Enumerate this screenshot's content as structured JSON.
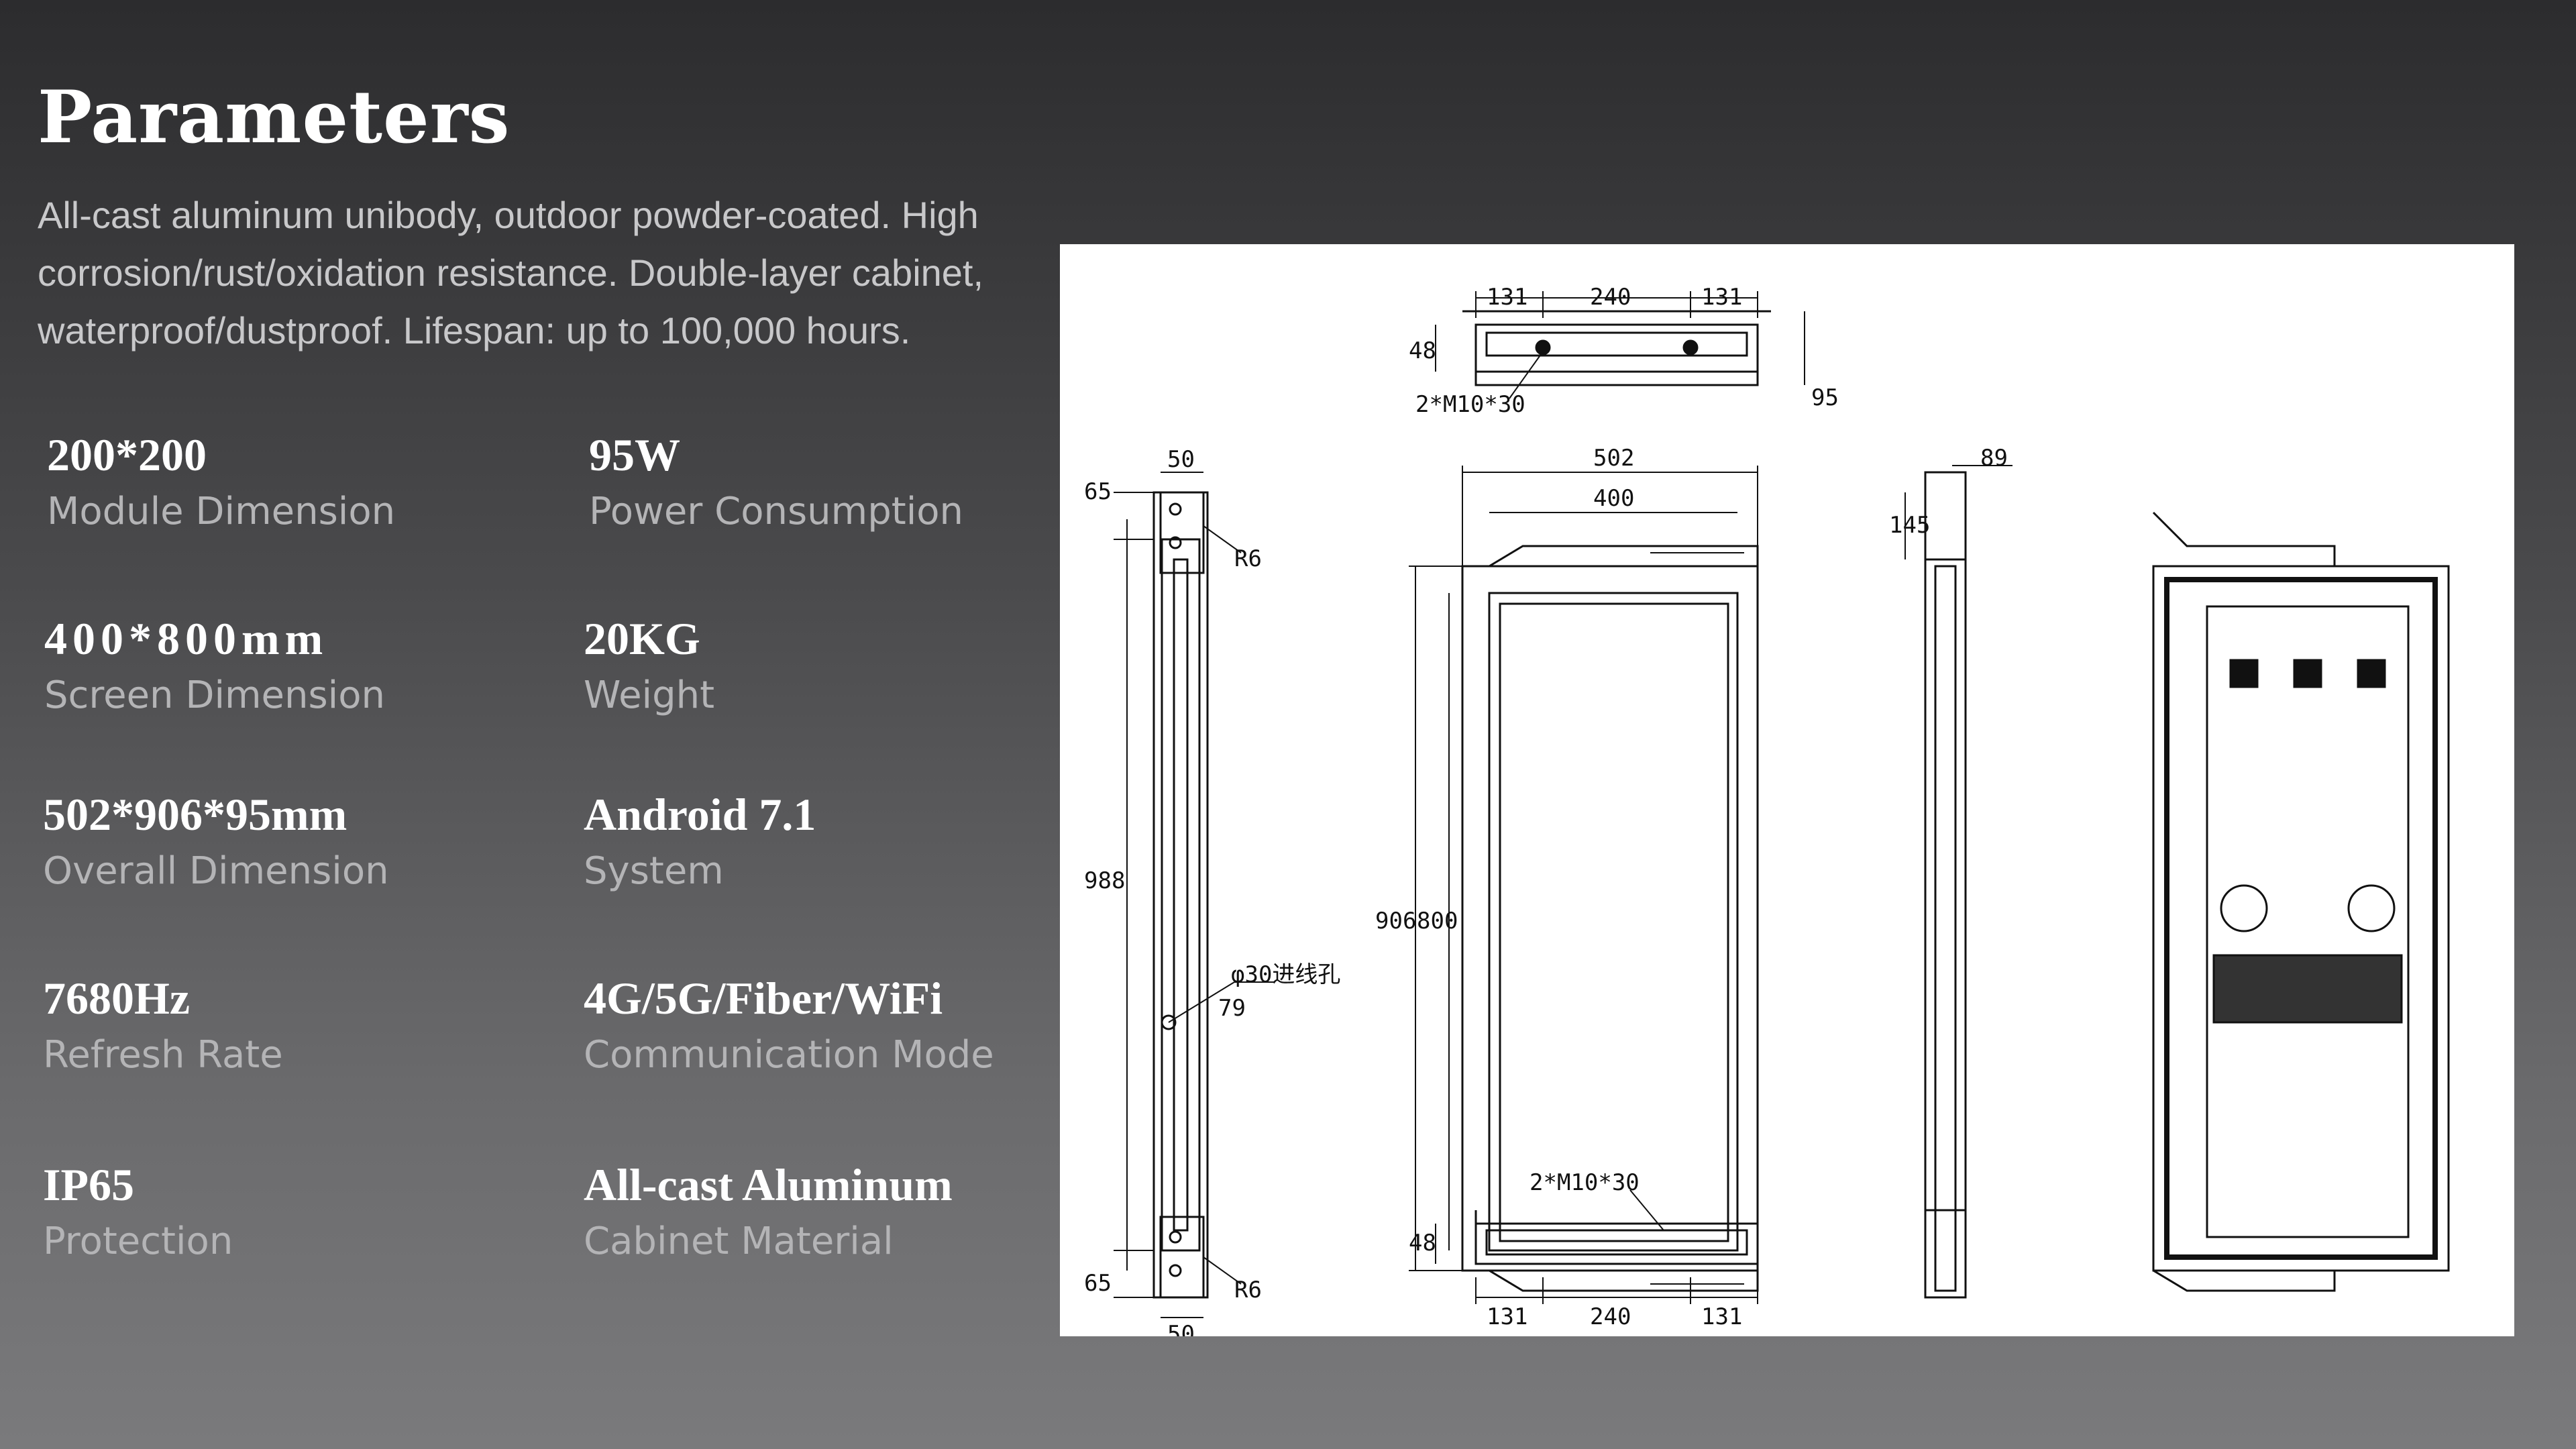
{
  "title": "Parameters",
  "description": "All-cast aluminum unibody, outdoor powder-coated. High corrosion/rust/oxidation resistance. Double-layer cabinet, waterproof/dustproof. Lifespan: up to 100,000 hours.",
  "specs": [
    {
      "value": "200*200",
      "label": "Module Dimension"
    },
    {
      "value": "95W",
      "label": "Power Consumption"
    },
    {
      "value": "400*800mm",
      "label": "Screen Dimension"
    },
    {
      "value": "20KG",
      "label": "Weight"
    },
    {
      "value": "502*906*95mm",
      "label": "Overall Dimension"
    },
    {
      "value": "Android 7.1",
      "label": "System"
    },
    {
      "value": "7680Hz",
      "label": "Refresh Rate"
    },
    {
      "value": "4G/5G/Fiber/WiFi",
      "label": "Communication Mode"
    },
    {
      "value": "IP65",
      "label": "Protection"
    },
    {
      "value": "All-cast Aluminum",
      "label": "Cabinet Material"
    }
  ],
  "drawing": {
    "top_dims": [
      "131",
      "240",
      "131"
    ],
    "top_height": "48",
    "top_depth": "95",
    "top_bolt": "2*M10*30",
    "side_bracket_width": "50",
    "side_bracket_height_top": "65",
    "side_radius_top": "R6",
    "side_total_height": "988",
    "side_hole": "φ30进线孔",
    "side_hole_offset": "79",
    "side_bracket_height_bottom": "65",
    "side_bracket_width_bottom": "50",
    "side_radius_bottom": "R6",
    "front_overall_width": "502",
    "front_screen_width": "400",
    "front_overall_height": "906",
    "front_screen_height": "800",
    "profile_depth": "89",
    "profile_bracket": "145",
    "bottom_bolt": "2*M10*30",
    "bottom_height": "48",
    "bottom_dims": [
      "131",
      "240",
      "131"
    ]
  }
}
